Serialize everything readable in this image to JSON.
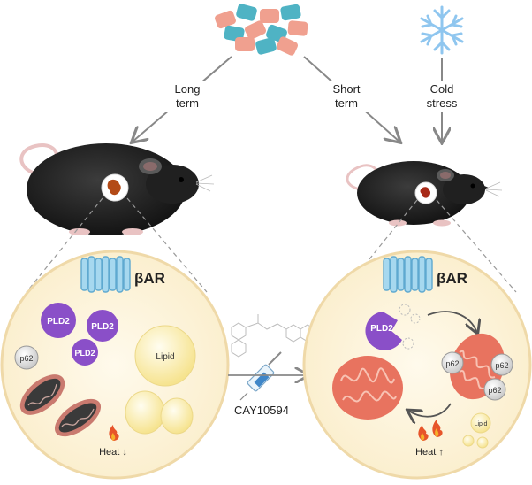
{
  "arrows": {
    "long_term": [
      "Long",
      "term"
    ],
    "short_term": [
      "Short",
      "term"
    ],
    "cold_stress": [
      "Cold",
      "stress"
    ]
  },
  "left_cell": {
    "receptor": "βAR",
    "pld2": [
      "PLD2",
      "PLD2",
      "PLD2"
    ],
    "p62": "p62",
    "lipid": "Lipid",
    "heat": "Heat ↓"
  },
  "right_cell": {
    "receptor": "βAR",
    "pld2": "PLD2",
    "p62": [
      "p62",
      "p62",
      "p62"
    ],
    "lipid": "Lipid",
    "heat": "Heat ↑"
  },
  "inhibitor": {
    "name": "CAY10594"
  },
  "colors": {
    "receptor": "#7ec4e6",
    "pld2": "#8a4fc8",
    "mito": "#e8735f",
    "cell_fill": "#fdf5df",
    "cell_stroke": "#efd9a8",
    "lipid": "#fbefb8",
    "pill_teal": "#4fb3c4",
    "pill_salmon": "#f0a08f",
    "snowflake": "#8fc6ef"
  }
}
